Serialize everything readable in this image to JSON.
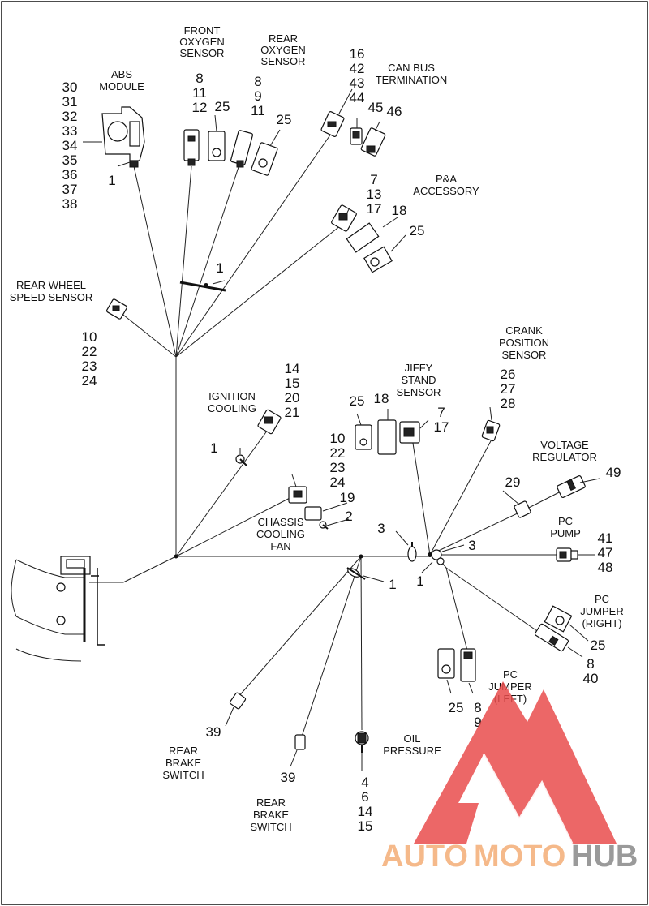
{
  "labels": {
    "abs_module": [
      "ABS",
      "MODULE"
    ],
    "front_oxygen": [
      "FRONT",
      "OXYGEN",
      "SENSOR"
    ],
    "rear_oxygen": [
      "REAR",
      "OXYGEN",
      "SENSOR"
    ],
    "can_bus": [
      "CAN BUS",
      "TERMINATION"
    ],
    "pa_accessory": [
      "P&A",
      "ACCESSORY"
    ],
    "rear_wheel_speed": [
      "REAR WHEEL",
      "SPEED SENSOR"
    ],
    "crank_position": [
      "CRANK",
      "POSITION",
      "SENSOR"
    ],
    "jiffy_stand": [
      "JIFFY",
      "STAND",
      "SENSOR"
    ],
    "ignition_cooling": [
      "IGNITION",
      "COOLING"
    ],
    "voltage_regulator": [
      "VOLTAGE",
      "REGULATOR"
    ],
    "chassis_cooling_fan": [
      "CHASSIS",
      "COOLING",
      "FAN"
    ],
    "pc_pump": [
      "PC",
      "PUMP"
    ],
    "pc_jumper_right": [
      "PC",
      "JUMPER",
      "(RIGHT)"
    ],
    "pc_jumper_left": [
      "PC",
      "JUMPER",
      "(LEFT)"
    ],
    "rear_brake_switch_1": [
      "REAR",
      "BRAKE",
      "SWITCH"
    ],
    "rear_brake_switch_2": [
      "REAR",
      "BRAKE",
      "SWITCH"
    ],
    "oil_pressure": [
      "OIL",
      "PRESSURE"
    ]
  },
  "callouts": {
    "abs_module": [
      "30",
      "31",
      "32",
      "33",
      "34",
      "35",
      "36",
      "37",
      "38"
    ],
    "abs_clip": "1",
    "front_oxygen": [
      "8",
      "11",
      "12"
    ],
    "front_oxygen_cap": "25",
    "rear_oxygen": [
      "8",
      "9",
      "11"
    ],
    "rear_oxygen_cap": "25",
    "can_bus": [
      "16",
      "42",
      "43",
      "44"
    ],
    "can_bus_45": "45",
    "can_bus_46": "46",
    "pa_accessory": [
      "7",
      "13",
      "17"
    ],
    "pa_18": "18",
    "pa_25": "25",
    "upper_tie": "1",
    "rear_wheel_speed": [
      "10",
      "22",
      "23",
      "24"
    ],
    "crank_position": [
      "26",
      "27",
      "28"
    ],
    "ignition_cooling": [
      "14",
      "15",
      "20",
      "21"
    ],
    "ignition_clip": "1",
    "jiffy_25": "25",
    "jiffy_18": "18",
    "jiffy_stand": [
      "7",
      "17"
    ],
    "middle_group": [
      "10",
      "22",
      "23",
      "24"
    ],
    "fan_19": "19",
    "fan_2": "2",
    "voltage_regulator": "49",
    "vr_29": "29",
    "junction_3a": "3",
    "junction_3b": "3",
    "junction_1": "1",
    "lower_tie": "1",
    "pc_pump": [
      "41",
      "47",
      "48"
    ],
    "pc_jumper_right_cap": "25",
    "pc_jumper_right": [
      "8",
      "40"
    ],
    "pc_jumper_left_cap": "25",
    "pc_jumper_left": [
      "8",
      "9"
    ],
    "rear_brake_1": "39",
    "rear_brake_2": "39",
    "oil_pressure": [
      "4",
      "6",
      "14",
      "15"
    ]
  },
  "watermark": {
    "part1": "AUTO",
    "part2": "MOTO",
    "part3": "HUB",
    "color_main": "#f5b98a",
    "color_hub": "#9a9a9a",
    "color_triangle": "#e94c4c"
  }
}
